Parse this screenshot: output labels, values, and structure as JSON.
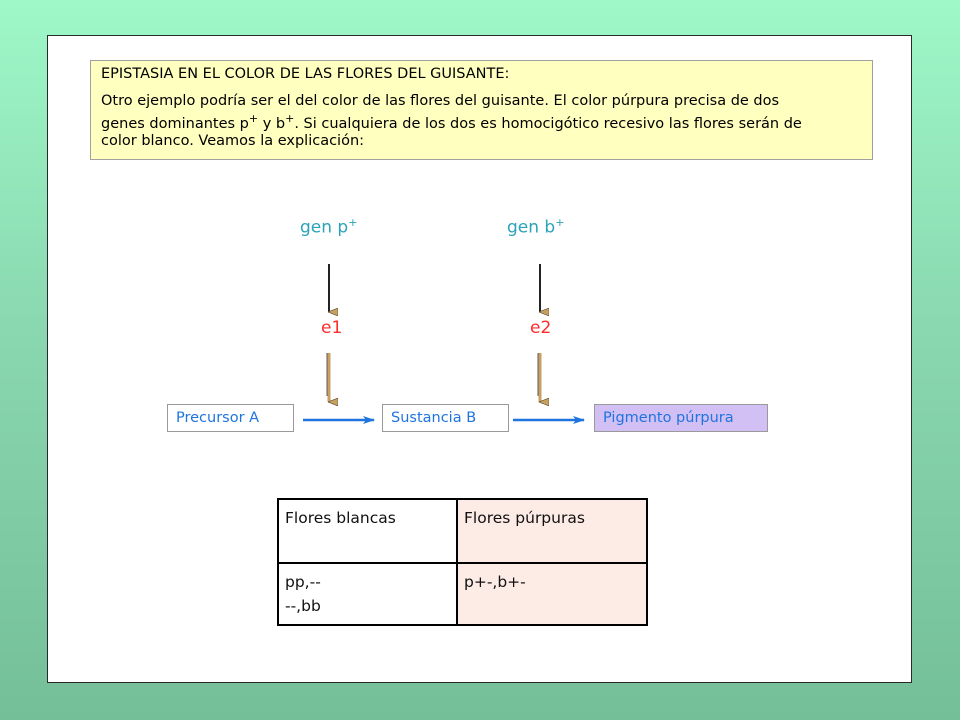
{
  "info": {
    "title": "EPISTASIA EN EL COLOR DE LAS FLORES DEL GUISANTE:",
    "line1": "Otro ejemplo podría ser el del color de las flores del guisante. El color púrpura precisa de dos",
    "line2_pre": "genes dominantes p",
    "line2_mid": " y b",
    "line2_post": ". Si cualquiera de los dos es homocigótico recesivo las flores serán de",
    "line3": "color blanco. Veamos la explicación:",
    "plus": "+"
  },
  "diagram": {
    "gene1": "gen p",
    "gene2": "gen b",
    "plus": "+",
    "enzyme1": "e1",
    "enzyme2": "e2",
    "nodes": [
      "Precursor A",
      "Sustancia B",
      "Pigmento púrpura"
    ],
    "colors": {
      "gene": "#2ba3b8",
      "enzyme": "#ff2a2a",
      "node_text": "#1f74e0",
      "pigment_fill": "#d2c0f5",
      "flow_arrow": "#1f74e0",
      "gene_arrow": "#c8a060"
    }
  },
  "table": {
    "headers": [
      "Flores blancas",
      "Flores púrpuras"
    ],
    "white": [
      "pp,--",
      "--,bb"
    ],
    "purple": "p+-,b+-"
  }
}
